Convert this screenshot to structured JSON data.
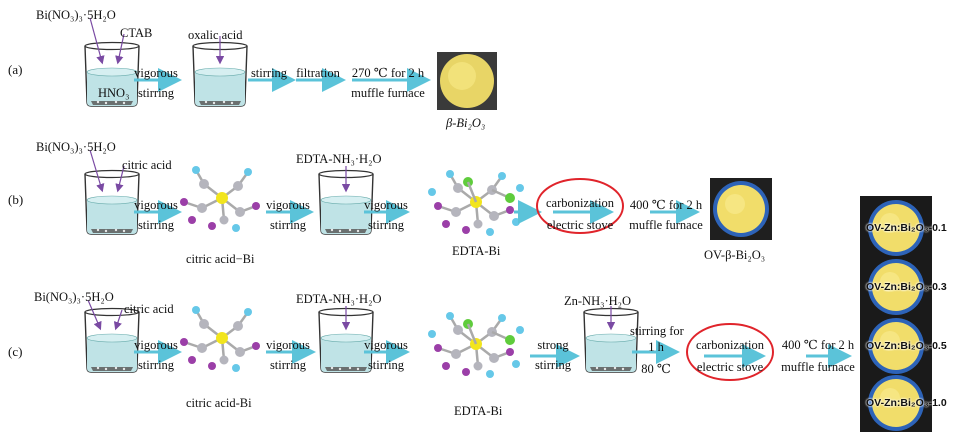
{
  "colors": {
    "arrow": "#5bc3d9",
    "reagent_arrow": "#7a4aa3",
    "highlight": "#e0242b",
    "beaker_liquid": "#bfe3e6",
    "powder": "#f1dd6a",
    "dish": "#2d63b8"
  },
  "rows": {
    "a": {
      "panel": "(a)",
      "reagent1": "Bi(NO₃)₃·5H₂O",
      "reagent2": "CTAB",
      "solvent": "HNO₃",
      "reagent3": "oxalic acid",
      "step1": [
        "vigorous",
        "stirring"
      ],
      "step2": "stirring",
      "step3": "filtration",
      "step4": [
        "270 ℃ for 2 h",
        "muffle furnace"
      ],
      "product": "β-Bi₂O₃"
    },
    "b": {
      "panel": "(b)",
      "reagent1": "Bi(NO₃)₃·5H₂O",
      "reagent2": "citric acid",
      "step1": [
        "vigorous",
        "stirring"
      ],
      "intermediate1": "citric acid−Bi",
      "reagent3": "EDTA-NH₃·H₂O",
      "step2": [
        "vigorous",
        "stirring"
      ],
      "step3": [
        "vigorous",
        "stirring"
      ],
      "intermediate2": "EDTA-Bi",
      "carbonization": [
        "carbonization",
        "electric stove"
      ],
      "step4": [
        "400 ℃ for 2 h",
        "muffle furnace"
      ],
      "product": "OV-β-Bi₂O₃"
    },
    "c": {
      "panel": "(c)",
      "reagent1": "Bi(NO₃)₃·5H₂O",
      "reagent2": "citric acid",
      "step1": [
        "vigorous",
        "stirring"
      ],
      "intermediate1": "citric acid-Bi",
      "reagent3": "EDTA-NH₃·H₂O",
      "step2": [
        "vigorous",
        "stirring"
      ],
      "step3": [
        "vigorous",
        "stirring"
      ],
      "intermediate2": "EDTA-Bi",
      "reagent4": "Zn-NH₃·H₂O",
      "step4": [
        "strong",
        "stirring"
      ],
      "step5": [
        "stirring for",
        "1 h",
        "80 ℃"
      ],
      "carbonization": [
        "carbonization",
        "electric stove"
      ],
      "step6": [
        "400 ℃ for 2 h",
        "muffle furnace"
      ]
    }
  },
  "samples": [
    "OV-Zn:Bi₂O₃-0.1",
    "OV-Zn:Bi₂O₃-0.3",
    "OV-Zn:Bi₂O₃-0.5",
    "OV-Zn:Bi₂O₃-1.0"
  ]
}
